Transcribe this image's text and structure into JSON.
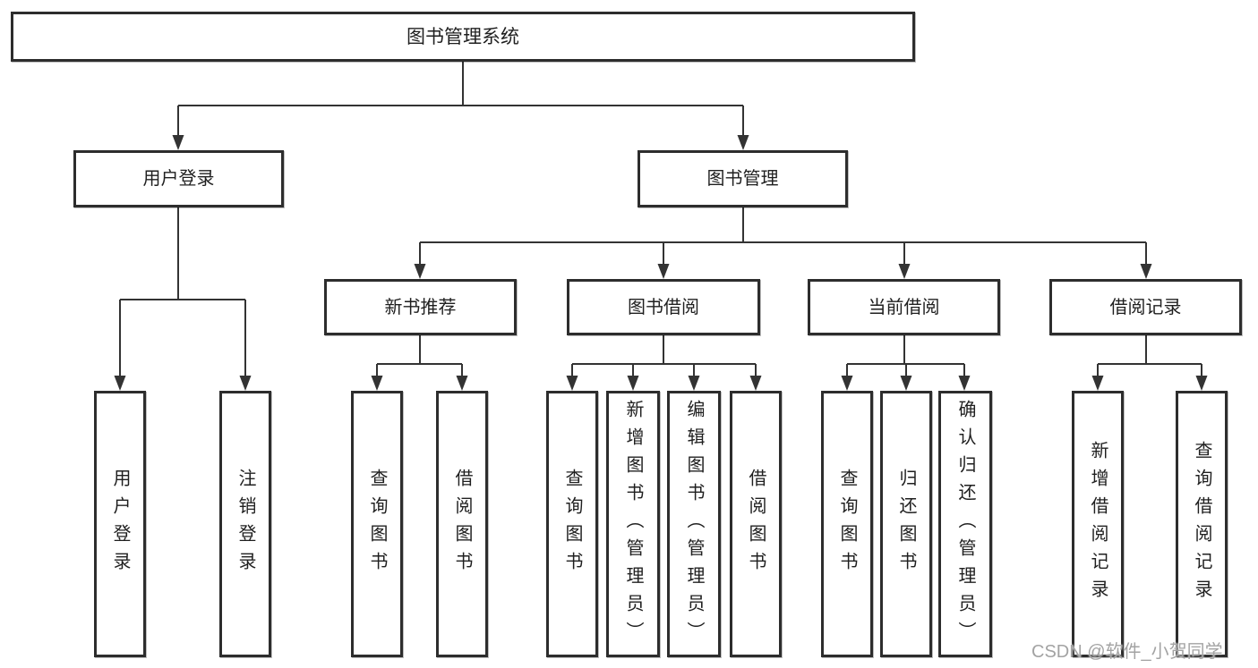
{
  "tree": {
    "root": {
      "label": "图书管理系统"
    },
    "children": [
      {
        "label": "用户登录",
        "children": [
          {
            "label": "用户登录"
          },
          {
            "label": "注销登录"
          }
        ]
      },
      {
        "label": "图书管理",
        "children": [
          {
            "label": "新书推荐",
            "children": [
              {
                "label": "查询图书"
              },
              {
                "label": "借阅图书"
              }
            ]
          },
          {
            "label": "图书借阅",
            "children": [
              {
                "label": "查询图书"
              },
              {
                "label": "新增图书（管理员）"
              },
              {
                "label": "编辑图书（管理员）"
              },
              {
                "label": "借阅图书"
              }
            ]
          },
          {
            "label": "当前借阅",
            "children": [
              {
                "label": "查询图书"
              },
              {
                "label": "归还图书"
              },
              {
                "label": "确认归还（管理员）"
              }
            ]
          },
          {
            "label": "借阅记录",
            "children": [
              {
                "label": "新增借阅记录"
              },
              {
                "label": "查询借阅记录"
              }
            ]
          }
        ]
      }
    ]
  },
  "watermark": {
    "text": "CSDN @软件_小贺同学"
  },
  "colors": {
    "line": "#333333",
    "box_border": "#2d2d2d",
    "text": "#1f1f1f",
    "background": "#ffffff",
    "watermark": "#a3a3a3"
  }
}
